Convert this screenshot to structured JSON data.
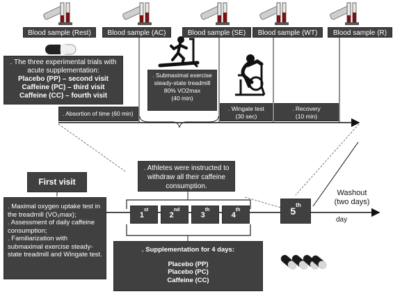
{
  "headers": [
    "Blood sample (Rest)",
    "Blood sample (AC)",
    "Blood sample (SE)",
    "Blood sample (WT)",
    "Blood sample (R)"
  ],
  "trials": {
    "intro": ". The three experimental trials with acute supplementation:",
    "lines": [
      "Placebo (PP) – second visit",
      "Caffeine (PC) – third visit",
      "Caffeine (CC) – fourth visit"
    ]
  },
  "absorption": ". Absortion of time (60 min)",
  "submaximal": {
    "title": ". Submaximal exercise steady-state treadmill",
    "intensity": "80% VO2max",
    "duration": "(40 min)"
  },
  "wingate": {
    "title": ". Wingate test",
    "duration": "(30 sec)"
  },
  "recovery": {
    "title": ". Recovery",
    "duration": "(10 min)"
  },
  "first_visit": {
    "title": "First visit",
    "items": [
      ". Maximal oxygen uptake test in the treadmill (VO₂max);",
      ". Assessment of daily caffeine consumption;",
      ". Familiarization with submaximal exercise steady-state treadmill and  Wingate test."
    ]
  },
  "instructions": ". Athletes were instructed to withdraw all their caffeine consumption.",
  "days": [
    {
      "num": "1",
      "suffix": "st"
    },
    {
      "num": "2",
      "suffix": "nd"
    },
    {
      "num": "3",
      "suffix": "th"
    },
    {
      "num": "4",
      "suffix": "th"
    }
  ],
  "fifth": {
    "num": "5",
    "suffix": "th"
  },
  "washout": {
    "title": "Washout",
    "detail": "(two days)"
  },
  "day_label": "day",
  "supplementation": {
    "title": ". Supplementation for 4 days:",
    "items": [
      "Placebo (PP)",
      "Placebo (PC)",
      "Caffeine (CC)"
    ]
  },
  "icons": [
    "test-tube-rack-icon",
    "capsule-icon",
    "treadmill-runner-icon",
    "cycle-ergometer-icon",
    "capsules-icon"
  ]
}
